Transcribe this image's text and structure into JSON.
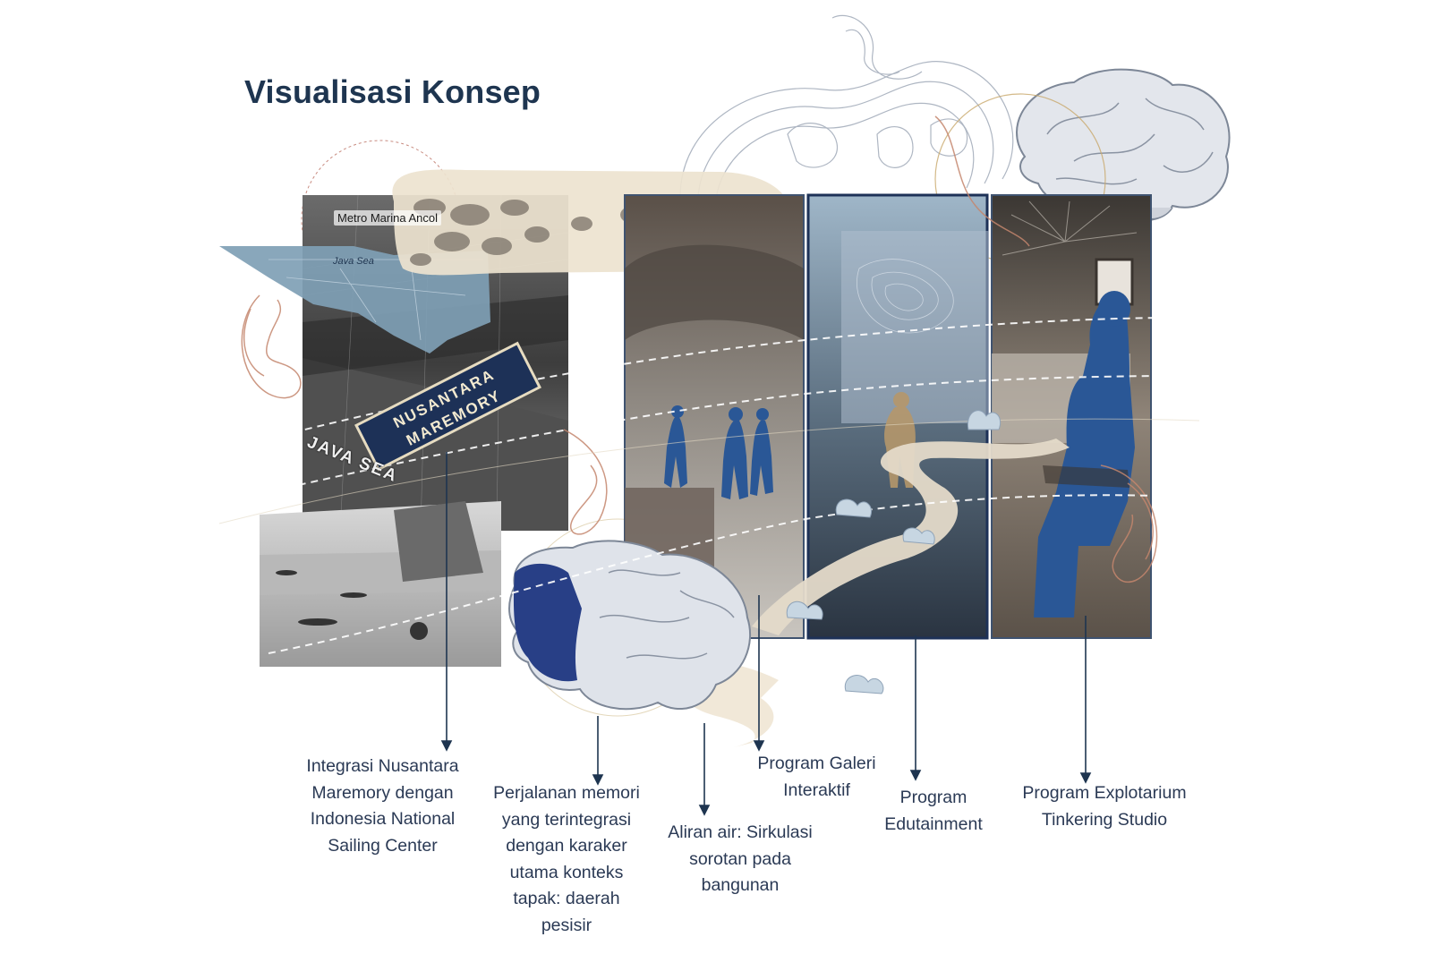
{
  "title": "Visualisasi Konsep",
  "map": {
    "place_label": "Metro Marina Ancol",
    "sea_small": "Java Sea",
    "sign_line1": "NUSANTARA",
    "sign_line2": "MAREMORY",
    "sea_big": "JAVA SEA"
  },
  "captions": [
    {
      "id": "integrasi",
      "text": "Integrasi Nusantara\nMaremory dengan\nIndonesia National\nSailing Center"
    },
    {
      "id": "perjalanan",
      "text": "Perjalanan memori\nyang terintegrasi\ndengan karaker\nutama konteks\ntapak: daerah\npesisir"
    },
    {
      "id": "aliran",
      "text": "Aliran air: Sirkulasi\nsorotan pada\nbangunan"
    },
    {
      "id": "galeri",
      "text": "Program Galeri\nInteraktif"
    },
    {
      "id": "edutainment",
      "text": "Program\nEdutainment"
    },
    {
      "id": "explotarium",
      "text": "Program Explotarium\nTinkering Studio"
    }
  ],
  "colors": {
    "title": "#1e3550",
    "caption": "#2b3a55",
    "navy": "#1d3157",
    "figure_blue": "#2a5796",
    "map_blue": "#7f9fb5",
    "cream": "#e9dcc4",
    "copper": "#c4866d"
  }
}
